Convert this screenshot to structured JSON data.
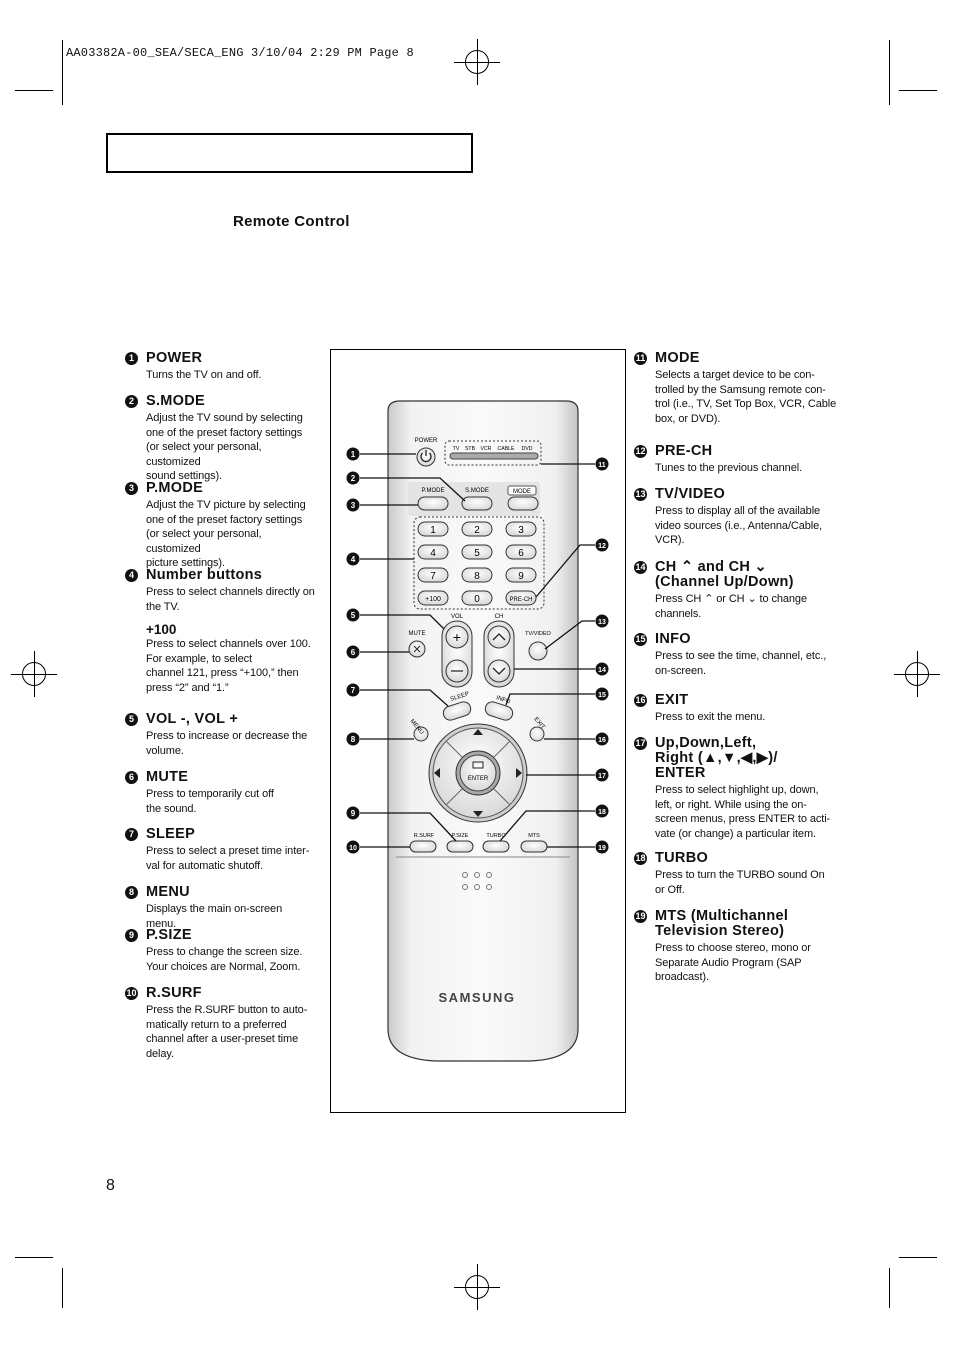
{
  "slug": "AA03382A-00_SEA/SECA_ENG   3/10/04   2:29 PM   Page 8",
  "section_title": "Remote Control",
  "page_number": "8",
  "left_items": [
    {
      "n": "1",
      "title": "POWER",
      "desc": "Turns the TV on and off."
    },
    {
      "n": "2",
      "title": "S.MODE",
      "desc": "Adjust the TV sound by selecting\none of the preset factory settings\n(or select your personal, customized\nsound settings)."
    },
    {
      "n": "3",
      "title": "P.MODE",
      "desc": "Adjust the TV picture by selecting\none of the preset factory settings\n(or select your personal, customized\npicture settings)."
    },
    {
      "n": "4",
      "title": "Number buttons",
      "desc": "Press to select channels directly on\nthe TV.",
      "sub_title": "+100",
      "sub_desc": "Press to select channels over 100.\nFor example, to select\nchannel 121, press “+100,” then\npress “2” and “1.”"
    },
    {
      "n": "5",
      "title": "VOL -, VOL +",
      "desc": "Press to increase or decrease the\nvolume."
    },
    {
      "n": "6",
      "title": "MUTE",
      "desc": "Press to temporarily cut off\nthe sound."
    },
    {
      "n": "7",
      "title": "SLEEP",
      "desc": "Press to select a preset time inter-\nval for automatic shutoff."
    },
    {
      "n": "8",
      "title": "MENU",
      "desc": "Displays the main on-screen menu."
    },
    {
      "n": "9",
      "title": "P.SIZE",
      "desc": "Press to change the screen size.\nYour choices are Normal, Zoom."
    },
    {
      "n": "10",
      "title": "R.SURF",
      "desc": "Press the R.SURF button to auto-\nmatically return to a preferred\nchannel after a user-preset time\ndelay."
    }
  ],
  "right_items": [
    {
      "n": "11",
      "title": "MODE",
      "desc": "Selects a target device to be con-\ntrolled by the Samsung remote con-\ntrol (i.e., TV, Set Top Box, VCR, Cable\nbox, or DVD)."
    },
    {
      "n": "12",
      "title": "PRE-CH",
      "desc": "Tunes to the previous channel."
    },
    {
      "n": "13",
      "title": "TV/VIDEO",
      "desc": "Press to display all of the available\nvideo sources (i.e., Antenna/Cable,\nVCR)."
    },
    {
      "n": "14",
      "title": "CH ⌃ and CH ⌄\n(Channel Up/Down)",
      "desc": "Press CH ⌃ or CH ⌄ to change\nchannels."
    },
    {
      "n": "15",
      "title": "INFO",
      "desc": "Press to see the time, channel, etc.,\non-screen."
    },
    {
      "n": "16",
      "title": "EXIT",
      "desc": "Press to exit the menu."
    },
    {
      "n": "17",
      "title": "Up,Down,Left,\nRight (▲,▼,◀,▶)/\nENTER",
      "desc": "Press to select highlight up, down,\nleft, or right. While using the on-\nscreen menus, press ENTER to acti-\nvate (or change) a particular item."
    },
    {
      "n": "18",
      "title": "TURBO",
      "desc": "Press to turn the TURBO sound On\nor Off."
    },
    {
      "n": "19",
      "title": "MTS (Multichannel\nTelevision Stereo)",
      "desc": "Press to choose stereo, mono or\nSeparate Audio Program (SAP\nbroadcast)."
    }
  ],
  "remote": {
    "brand": "SAMSUNG",
    "power_label": "POWER",
    "devices": [
      "TV",
      "STB",
      "VCR",
      "CABLE",
      "DVD"
    ],
    "pmode_label": "P.MODE",
    "smode_label": "S.MODE",
    "mode_label": "MODE",
    "digits": [
      "1",
      "2",
      "3",
      "4",
      "5",
      "6",
      "7",
      "8",
      "9"
    ],
    "plus100_label": "+100",
    "zero_label": "0",
    "prech_label": "PRE-CH",
    "vol_label": "VOL",
    "ch_label": "CH",
    "mute_label": "MUTE",
    "tvvideo_label": "TV/VIDEO",
    "sleep_label": "SLEEP",
    "info_label": "INFO",
    "menu_label": "MENU",
    "exit_label": "EXIT",
    "enter_label": "ENTER",
    "rsurf_label": "R.SURF",
    "psize_label": "P.SIZE",
    "turbo_label": "TURBO",
    "mts_label": "MTS"
  }
}
